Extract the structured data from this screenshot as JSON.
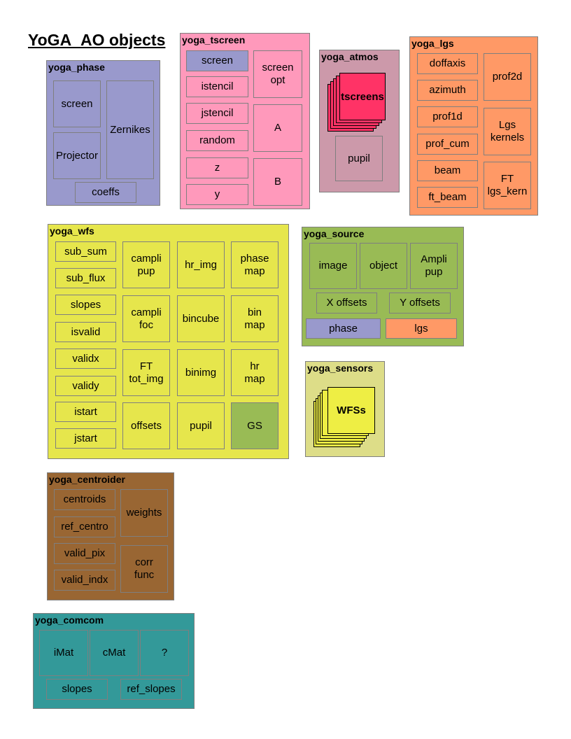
{
  "title": "YoGA_AO objects",
  "colors": {
    "phase": "#9999cc",
    "tscreen": "#ff99bb",
    "atmos": "#cc99aa",
    "atmos_screens": "#ff3366",
    "lgs": "#ff9966",
    "wfs": "#e6e64c",
    "wfs_gs": "#99bb55",
    "source": "#99bb55",
    "sensors": "#dddd88",
    "sensors_front": "#eeee44",
    "centroider": "#996633",
    "comcom": "#339999"
  },
  "yoga_phase": {
    "title": "yoga_phase",
    "screen": "screen",
    "projector": "Projector",
    "zernikes": "Zernikes",
    "coeffs": "coeffs"
  },
  "yoga_tscreen": {
    "title": "yoga_tscreen",
    "screen": "screen",
    "istencil": "istencil",
    "jstencil": "jstencil",
    "random": "random",
    "z": "z",
    "y": "y",
    "screen_opt": "screen\nopt",
    "a": "A",
    "b": "B"
  },
  "yoga_atmos": {
    "title": "yoga_atmos",
    "tscreens": "tscreens",
    "pupil": "pupil"
  },
  "yoga_lgs": {
    "title": "yoga_lgs",
    "doffaxis": "doffaxis",
    "azimuth": "azimuth",
    "prof1d": "prof1d",
    "prof_cum": "prof_cum",
    "beam": "beam",
    "ft_beam": "ft_beam",
    "prof2d": "prof2d",
    "lgs_kernels": "Lgs\nkernels",
    "ft_lgs_kern": "FT\nlgs_kern"
  },
  "yoga_wfs": {
    "title": "yoga_wfs",
    "sub_sum": "sub_sum",
    "sub_flux": "sub_flux",
    "slopes": "slopes",
    "isvalid": "isvalid",
    "validx": "validx",
    "validy": "validy",
    "istart": "istart",
    "jstart": "jstart",
    "campli_pup": "campli\npup",
    "campli_foc": "campli\nfoc",
    "ft_tot_img": "FT\ntot_img",
    "offsets": "offsets",
    "hr_img": "hr_img",
    "bincube": "bincube",
    "binimg": "binimg",
    "pupil": "pupil",
    "phase_map": "phase\nmap",
    "bin_map": "bin\nmap",
    "hr_map": "hr\nmap",
    "gs": "GS"
  },
  "yoga_source": {
    "title": "yoga_source",
    "image": "image",
    "object": "object",
    "ampli_pup": "Ampli\npup",
    "x_offsets": "X offsets",
    "y_offsets": "Y offsets",
    "phase": "phase",
    "lgs": "lgs"
  },
  "yoga_sensors": {
    "title": "yoga_sensors",
    "wfss": "WFSs"
  },
  "yoga_centroider": {
    "title": "yoga_centroider",
    "centroids": "centroids",
    "ref_centro": "ref_centro",
    "valid_pix": "valid_pix",
    "valid_indx": "valid_indx",
    "weights": "weights",
    "corr_func": "corr\nfunc"
  },
  "yoga_comcom": {
    "title": "yoga_comcom",
    "imat": "iMat",
    "cmat": "cMat",
    "unknown": "?",
    "slopes": "slopes",
    "ref_slopes": "ref_slopes"
  }
}
